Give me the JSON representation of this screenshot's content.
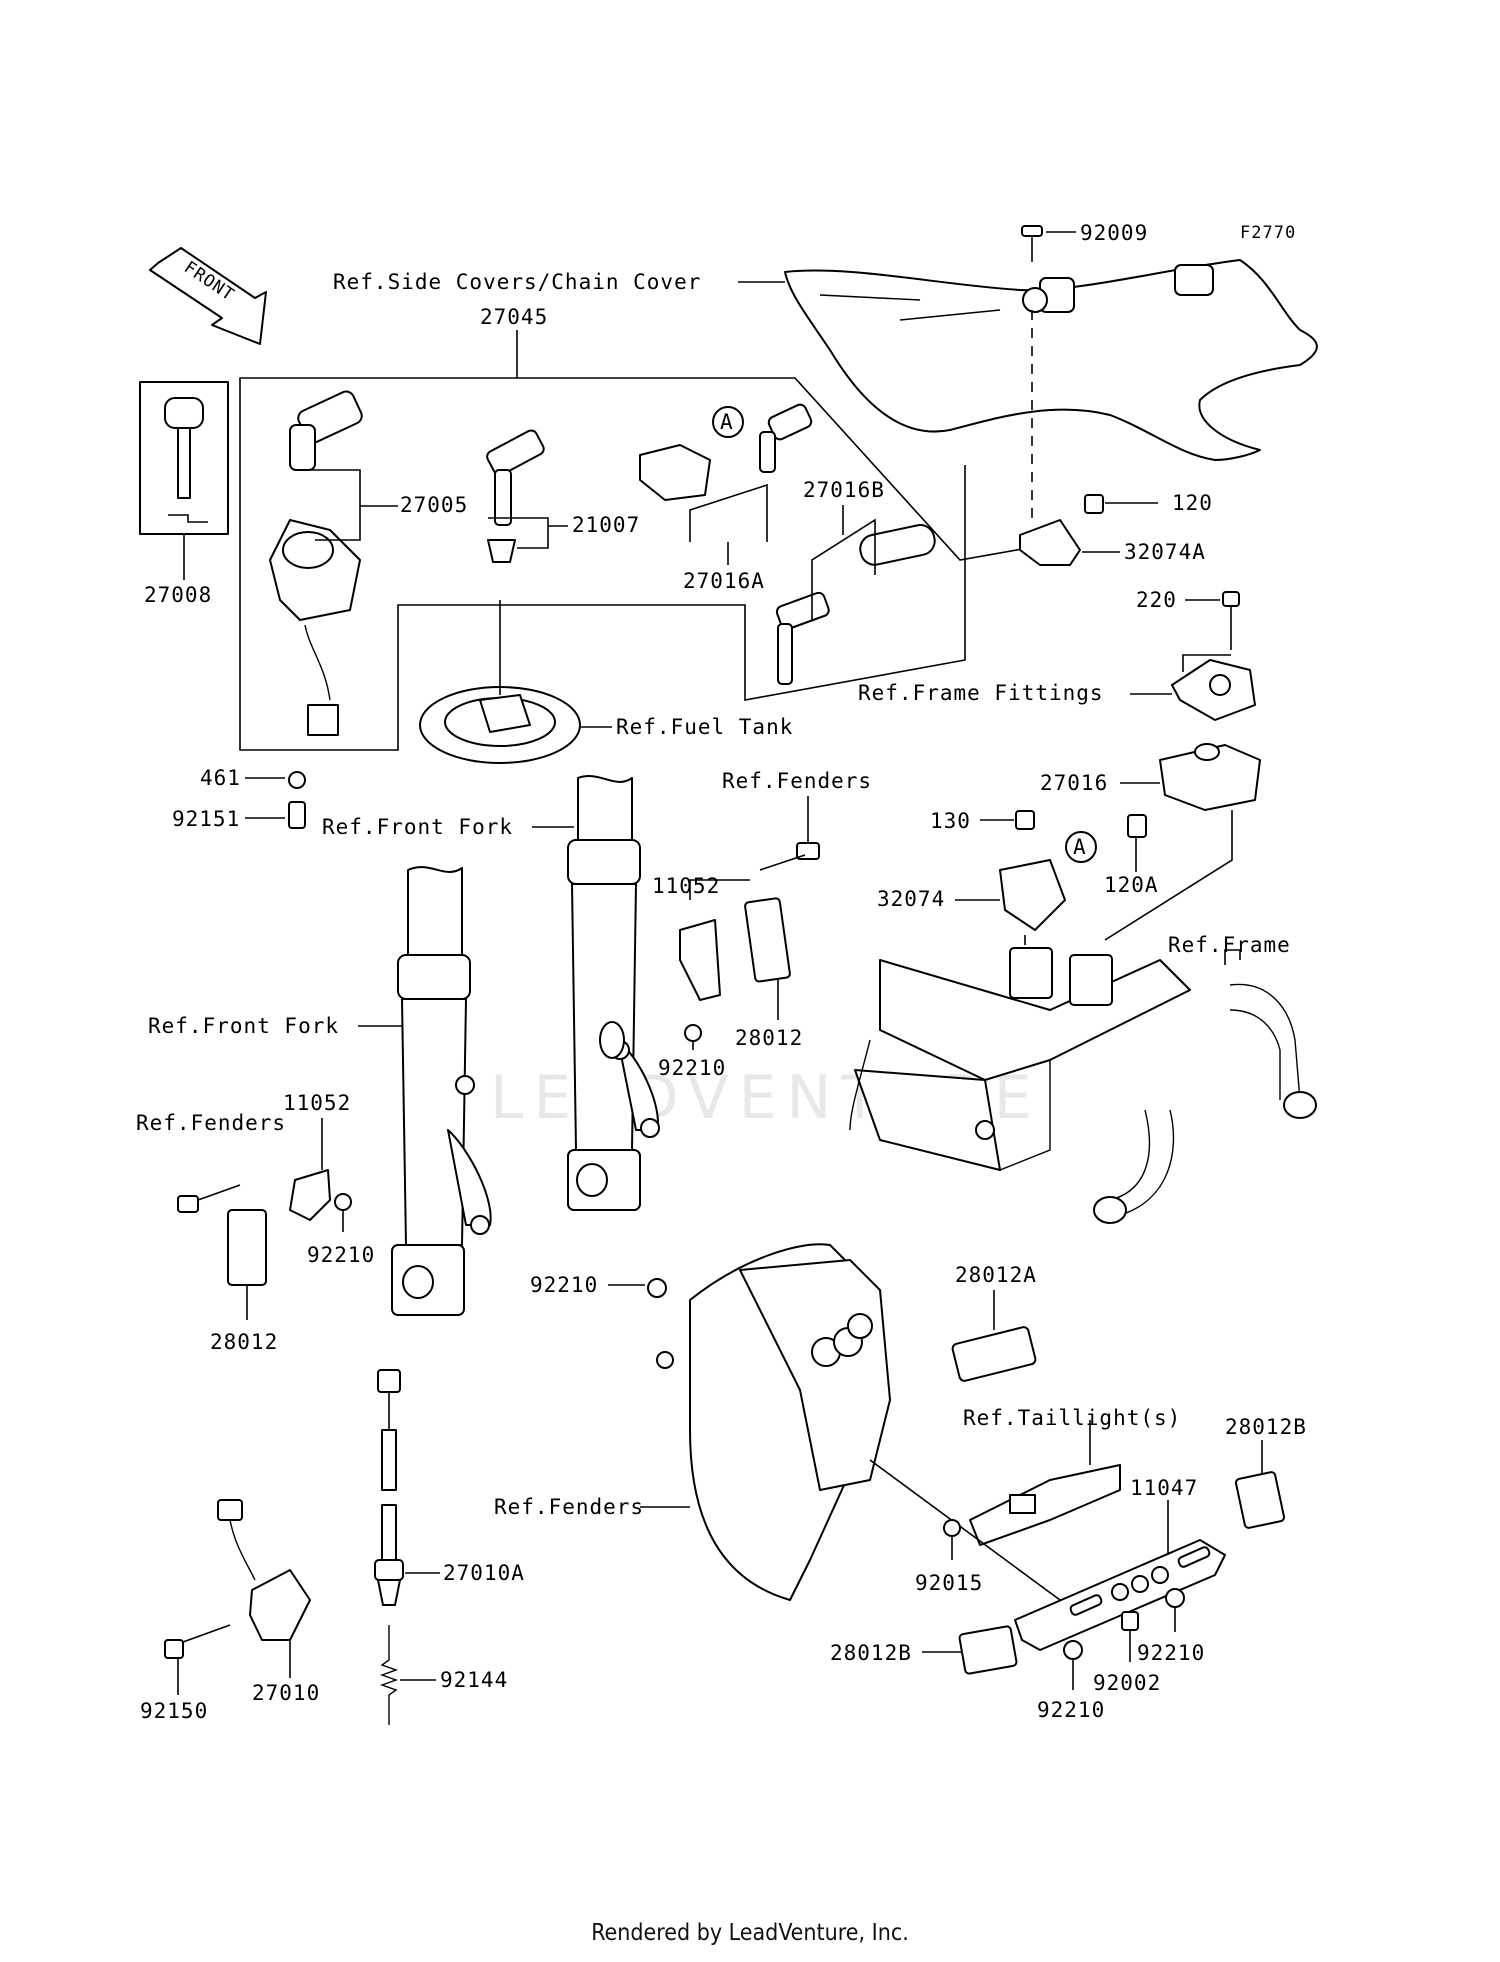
{
  "diagram": {
    "code": "F2770",
    "front_label": "FRONT",
    "watermark": "LEADVENTURE",
    "footer": "Rendered by LeadVenture, Inc.",
    "callout_marker": "A",
    "labels": {
      "ref_side_covers": "Ref.Side Covers/Chain Cover",
      "p92009": "92009",
      "p27045": "27045",
      "p27005": "27005",
      "p21007": "21007",
      "p27016B": "27016B",
      "p27016A": "27016A",
      "p120": "120",
      "p32074A": "32074A",
      "p27008": "27008",
      "p220": "220",
      "ref_frame_fittings": "Ref.Frame Fittings",
      "ref_fuel_tank": "Ref.Fuel Tank",
      "p461": "461",
      "p92151": "92151",
      "ref_front_fork_1": "Ref.Front Fork",
      "ref_fenders_1": "Ref.Fenders",
      "p27016": "27016",
      "p130": "130",
      "p120A": "120A",
      "p11052_1": "11052",
      "p32074": "32074",
      "ref_frame": "Ref.Frame",
      "ref_front_fork_2": "Ref.Front Fork",
      "p28012_1": "28012",
      "p92210_1": "92210",
      "p11052_2": "11052",
      "ref_fenders_2": "Ref.Fenders",
      "p92210_2": "92210",
      "p28012_2": "28012",
      "p92210_3": "92210",
      "p28012A": "28012A",
      "ref_taillight": "Ref.Taillight(s)",
      "p28012B_1": "28012B",
      "p11047": "11047",
      "ref_fenders_3": "Ref.Fenders",
      "p27010A": "27010A",
      "p92015": "92015",
      "p92210_4": "92210",
      "p28012B_2": "28012B",
      "p92002": "92002",
      "p92210_5": "92210",
      "p92144": "92144",
      "p92150": "92150",
      "p27010": "27010"
    }
  }
}
